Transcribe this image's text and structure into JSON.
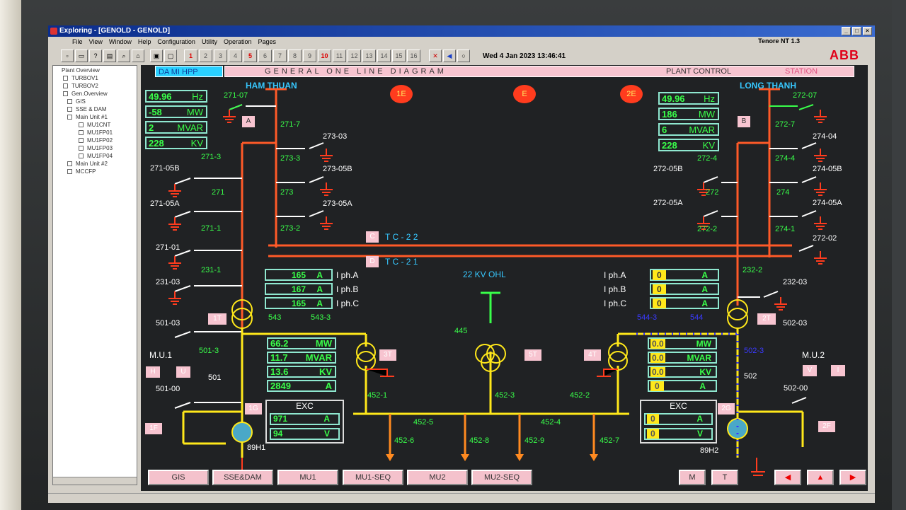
{
  "window": {
    "title": "Exploring - [GENOLD - GENOLD]",
    "app_name": "Tenore NT 1.3",
    "brand": "ABB"
  },
  "menu": [
    "File",
    "View",
    "Window",
    "Help",
    "Configuration",
    "Utility",
    "Operation",
    "Pages"
  ],
  "toolbar": {
    "pages": [
      "1",
      "2",
      "3",
      "4",
      "5",
      "6",
      "7",
      "8",
      "9",
      "10",
      "11",
      "12",
      "13",
      "14",
      "15",
      "16"
    ],
    "datetime": "Wed  4 Jan 2023 13:46:41"
  },
  "tree": {
    "items": [
      "Plant Overview",
      "TURBOV1",
      "TURBOV2",
      "Gen.Overview",
      "GIS",
      "SSE & DAM",
      "Main Unit #1",
      "MU1CNT",
      "MU1FP01",
      "MU1FP02",
      "MU1FP03",
      "MU1FP04",
      "Main Unit #2",
      "MCCFP"
    ]
  },
  "header": {
    "plant": "DA MI HPP",
    "title": "GENERAL ONE LINE DIAGRAM",
    "plant_control": "PLANT CONTROL",
    "station": "STATION"
  },
  "lines": {
    "left": "HAM THUAN",
    "right": "LONG THANH",
    "tc22": "T C - 2 2",
    "tc21": "T C - 2 1",
    "ohl": "22 KV OHL"
  },
  "markers": {
    "e1": "1E",
    "e": "E",
    "e2": "2E"
  },
  "left_meas": [
    {
      "v": "49.96",
      "u": "Hz"
    },
    {
      "v": "-58",
      "u": "MW"
    },
    {
      "v": "2",
      "u": "MVAR"
    },
    {
      "v": "228",
      "u": "KV"
    }
  ],
  "right_meas": [
    {
      "v": "49.96",
      "u": "Hz"
    },
    {
      "v": "186",
      "u": "MW"
    },
    {
      "v": "6",
      "u": "MVAR"
    },
    {
      "v": "228",
      "u": "KV"
    }
  ],
  "phase_left": [
    {
      "v": "165",
      "u": "A",
      "l": "I ph.A"
    },
    {
      "v": "167",
      "u": "A",
      "l": "I ph.B"
    },
    {
      "v": "165",
      "u": "A",
      "l": "I ph.C"
    }
  ],
  "phase_right": [
    {
      "v": "0",
      "u": "A",
      "l": "I ph.A"
    },
    {
      "v": "0",
      "u": "A",
      "l": "I ph.B"
    },
    {
      "v": "0",
      "u": "A",
      "l": "I ph.C"
    }
  ],
  "mu1_meas": [
    {
      "v": "66.2",
      "u": "MW"
    },
    {
      "v": "11.7",
      "u": "MVAR"
    },
    {
      "v": "13.6",
      "u": "KV"
    },
    {
      "v": "2849",
      "u": "A"
    }
  ],
  "mu2_meas": [
    {
      "v": "0.0",
      "u": "MW"
    },
    {
      "v": "0.0",
      "u": "MVAR"
    },
    {
      "v": "0.0",
      "u": "KV"
    },
    {
      "v": "0",
      "u": "A"
    }
  ],
  "exc1": {
    "title": "EXC",
    "a": "971",
    "au": "A",
    "v": "94",
    "vu": "V"
  },
  "exc2": {
    "title": "EXC",
    "a": "0",
    "au": "A",
    "v": "0",
    "vu": "V"
  },
  "units": {
    "mu1": "M.U.1",
    "mu2": "M.U.2"
  },
  "labels": {
    "l271_07": "271-07",
    "l271_7": "271-7",
    "l273_03": "273-03",
    "l271_3": "271-3",
    "l273_3": "273-3",
    "l271_05b": "271-05B",
    "l273_05b": "273-05B",
    "l271": "271",
    "l273": "273",
    "l271_05a": "271-05A",
    "l273_05a": "273-05A",
    "l271_1": "271-1",
    "l273_2": "273-2",
    "l271_01": "271-01",
    "l231_1": "231-1",
    "l231_03": "231-03",
    "l501_03": "501-03",
    "l543": "543",
    "l543_3": "543-3",
    "l501_3": "501-3",
    "l501": "501",
    "l501_00": "501-00",
    "l89h1": "89H1",
    "l272_07": "272-07",
    "l272_7": "272-7",
    "l274_04": "274-04",
    "l272_4": "272-4",
    "l274_4": "274-4",
    "l272_05b": "272-05B",
    "l274_05b": "274-05B",
    "l272": "272",
    "l274": "274",
    "l272_05a": "272-05A",
    "l274_05a": "274-05A",
    "l272_2": "272-2",
    "l274_1": "274-1",
    "l272_02": "272-02",
    "l232_2": "232-2",
    "l232_03": "232-03",
    "l544_3": "544-3",
    "l544": "544",
    "l502_03": "502-03",
    "l502_3": "502-3",
    "l502": "502",
    "l502_00": "502-00",
    "l89h2": "89H2",
    "l445": "445",
    "l452_1": "452-1",
    "l452_3": "452-3",
    "l452_2": "452-2",
    "l452_5": "452-5",
    "l452_4": "452-4",
    "l452_6": "452-6",
    "l452_8": "452-8",
    "l452_9": "452-9",
    "l452_7": "452-7"
  },
  "tags": {
    "a": "A",
    "b": "B",
    "c": "C",
    "d": "D",
    "t1": "1T",
    "t2": "2T",
    "t3": "3T",
    "t4": "4T",
    "t5": "5T",
    "g1": "1G",
    "g2": "2G",
    "f1": "1F",
    "f2": "2F",
    "h": "H",
    "u": "U",
    "v": "V",
    "i": "I"
  },
  "nav": {
    "gis": "GIS",
    "sse": "SSE&DAM",
    "mu1": "MU1",
    "mu1seq": "MU1-SEQ",
    "mu2": "MU2",
    "mu2seq": "MU2-SEQ",
    "m": "M",
    "t": "T"
  },
  "colors": {
    "breaker_closed": "#ff3c1e",
    "busbar_ext": "#ff5a28",
    "busbar_mv": "#ffe81a",
    "meas_green": "#39ff4a",
    "label_cyan": "#37c8ff",
    "panel_bg": "#202224"
  }
}
